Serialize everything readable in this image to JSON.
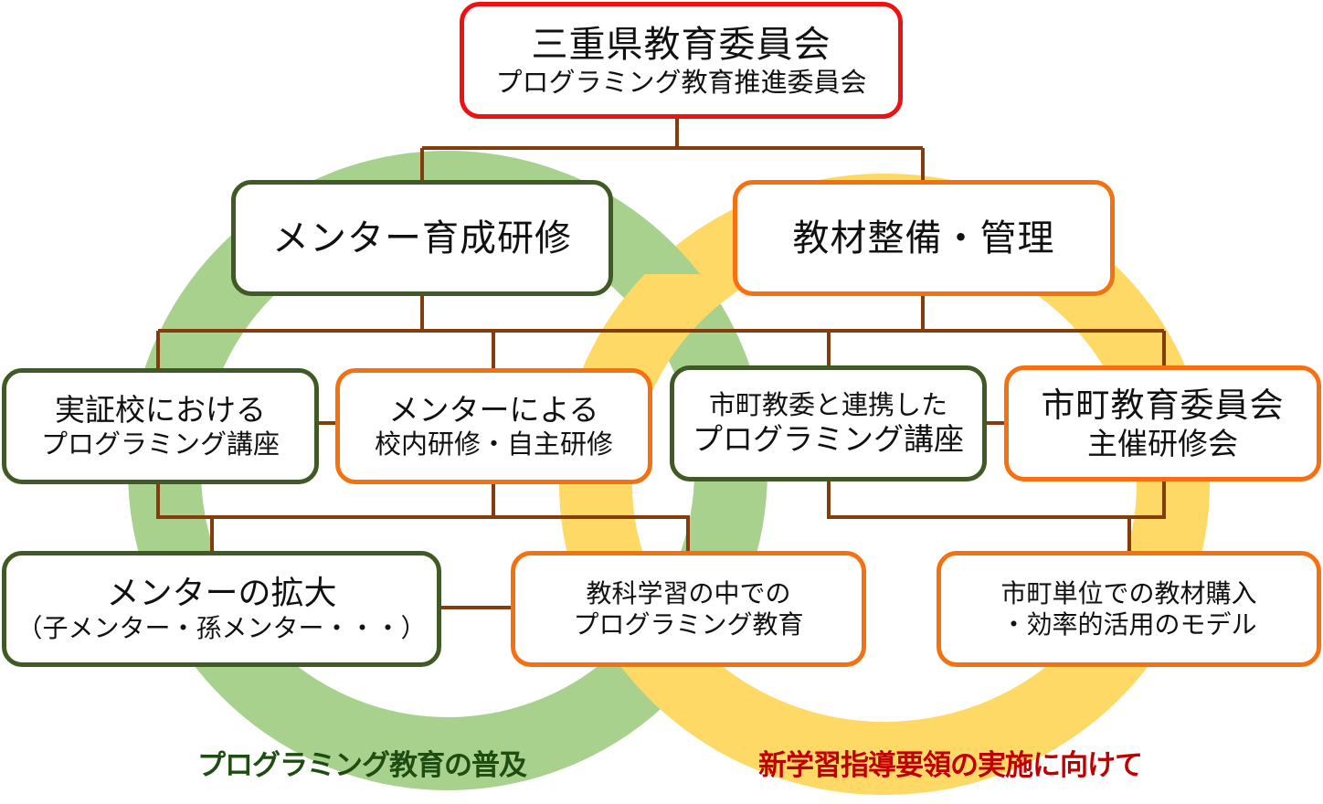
{
  "colors": {
    "green_ring": "#a9d18e",
    "yellow_ring": "#ffd966",
    "connector": "#843c0c",
    "top_border": "#ee1111",
    "green_border": "#3f5a24",
    "orange_border": "#f47010",
    "green_caption": "#1e4d12",
    "red_caption": "#c00000"
  },
  "top": {
    "line1": "三重県教育委員会",
    "line2": "プログラミング教育推進委員会"
  },
  "level2": {
    "left": "メンター育成研修",
    "right": "教材整備・管理"
  },
  "level3": [
    {
      "line1": "実証校における",
      "line2": "プログラミング講座"
    },
    {
      "line1": "メンターによる",
      "line2": "校内研修・自主研修"
    },
    {
      "line1": "市町教委と連携した",
      "line2": "プログラミング講座"
    },
    {
      "line1": "市町教育委員会",
      "line2": "主催研修会"
    }
  ],
  "level4": [
    {
      "line1": "メンターの拡大",
      "line2": "（子メンター・孫メンター・・・）"
    },
    {
      "line1": "教科学習の中での",
      "line2": "プログラミング教育"
    },
    {
      "line1": "市町単位での教材購入",
      "line2": "・効率的活用のモデル"
    }
  ],
  "captions": {
    "left": "プログラミング教育の普及",
    "right": "新学習指導要領の実施に向けて"
  }
}
